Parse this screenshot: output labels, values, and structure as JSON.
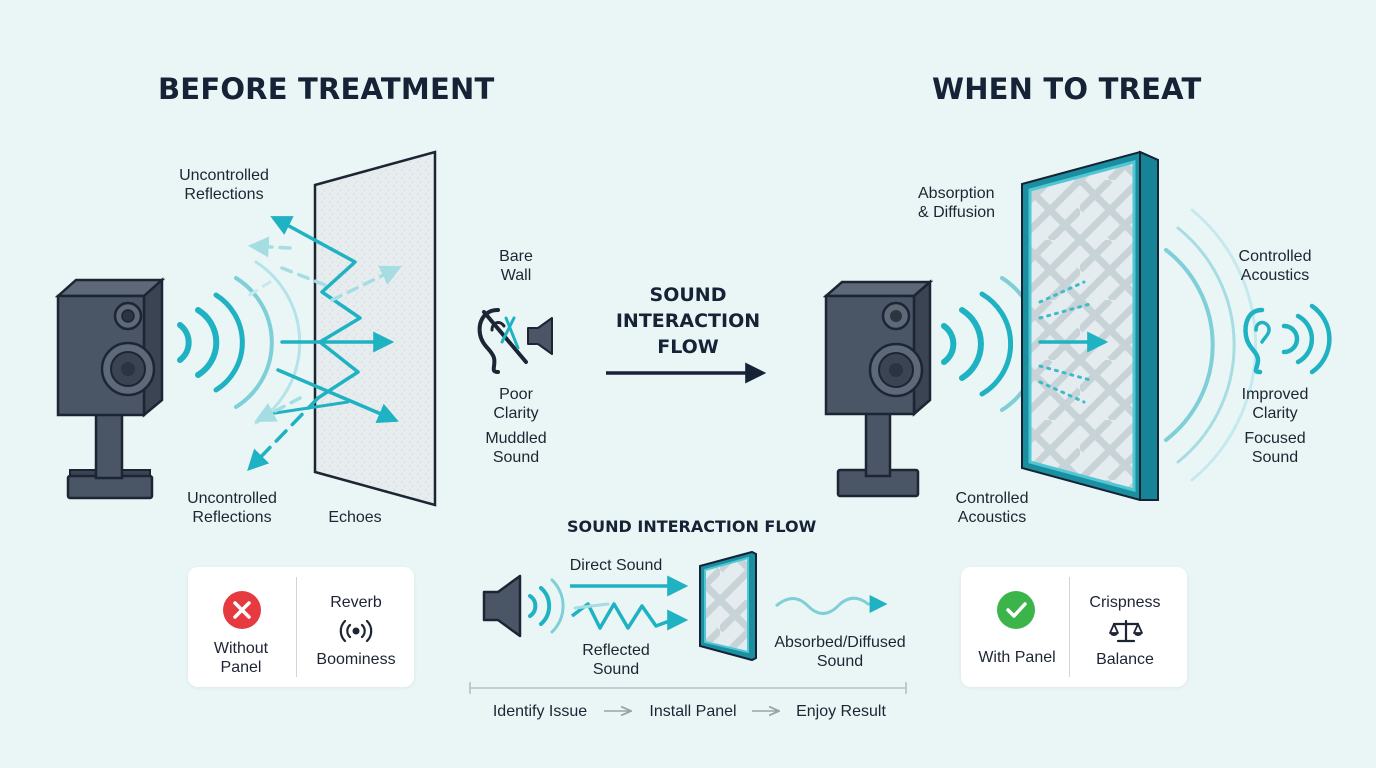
{
  "before": {
    "title": "BEFORE TREATMENT",
    "reflections_top": [
      "Uncontrolled",
      "Reflections"
    ],
    "reflections_bottom": [
      "Uncontrolled",
      "Reflections"
    ],
    "echoes": "Echoes"
  },
  "middle": {
    "bare_wall": [
      "Bare",
      "Wall"
    ],
    "poor_clarity": [
      "Poor",
      "Clarity"
    ],
    "muddled_sound": [
      "Muddled",
      "Sound"
    ],
    "flow_title": [
      "SOUND",
      "INTERACTION",
      "FLOW"
    ]
  },
  "after": {
    "title": "WHEN TO TREAT",
    "absorption": [
      "Absorption",
      "& Diffusion"
    ],
    "controlled_right": [
      "Controlled",
      "Acoustics"
    ],
    "controlled_bottom": [
      "Controlled",
      "Acoustics"
    ],
    "improved_clarity": [
      "Improved",
      "Clarity"
    ],
    "focused_sound": [
      "Focused",
      "Sound"
    ]
  },
  "card_without": {
    "status": [
      "Without",
      "Panel"
    ],
    "reverb": "Reverb",
    "boominess": "Boominess"
  },
  "card_with": {
    "status": "With Panel",
    "crispness": "Crispness",
    "balance": "Balance"
  },
  "bottom_flow": {
    "title": "SOUND INTERACTION FLOW",
    "direct_sound": "Direct Sound",
    "reflected_sound": [
      "Reflected",
      "Sound"
    ],
    "absorbed_sound": [
      "Absorbed/Diffused",
      "Sound"
    ],
    "steps": [
      "Identify Issue",
      "Install Panel",
      "Enjoy Result"
    ]
  },
  "colors": {
    "accent": "#1fb2c2",
    "accent_light": "#9fdce2",
    "dark": "#162236",
    "speaker": "#4a5566",
    "error": "#e53a3f",
    "success": "#3bb54a",
    "background": "#eaf6f5"
  }
}
